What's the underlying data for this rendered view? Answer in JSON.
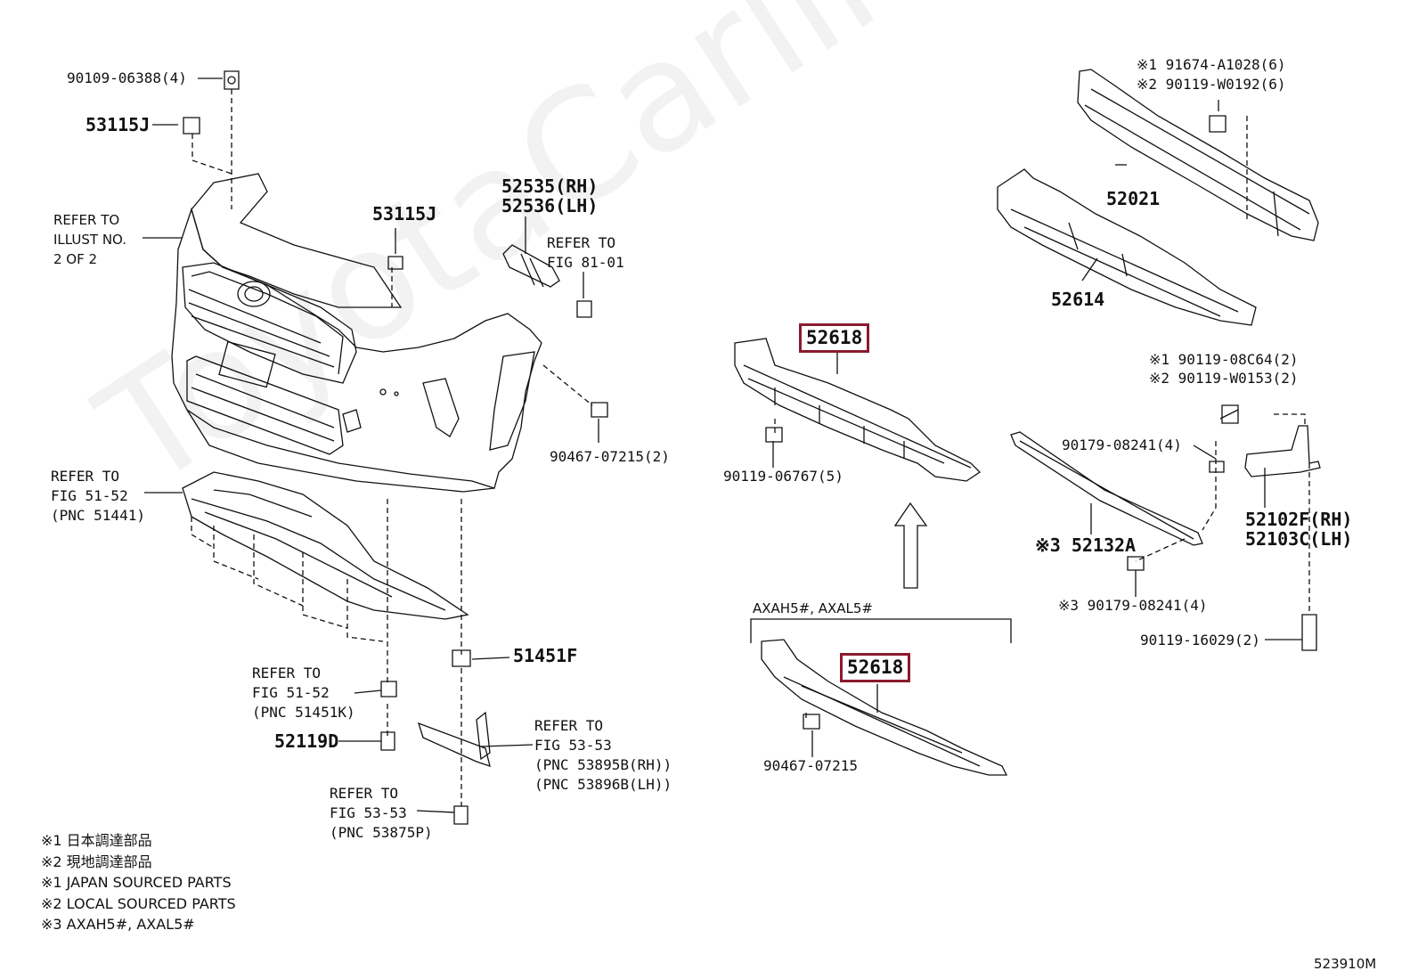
{
  "watermark": "ToyotaCarline.ru",
  "diagram_code": "523910M",
  "labels": {
    "p90109": "90109-06388(4)",
    "p53115j_top": "53115J",
    "refer_illust_1": "REFER TO",
    "refer_illust_2": "ILLUST NO.",
    "refer_illust_3": "2 OF 2",
    "p53115j_mid": "53115J",
    "p52535": "52535(RH)",
    "p52536": "52536(LH)",
    "refer_81_1": "REFER TO",
    "refer_81_2": "FIG 81-01",
    "p90467_2": "90467-07215(2)",
    "refer_5152a_1": "REFER TO",
    "refer_5152a_2": "FIG 51-52",
    "refer_5152a_3": "(PNC 51441)",
    "p51451f": "51451F",
    "refer_5152b_1": "REFER TO",
    "refer_5152b_2": "FIG 51-52",
    "refer_5152b_3": "(PNC 51451K)",
    "p52119d": "52119D",
    "refer_5353a_1": "REFER TO",
    "refer_5353a_2": "FIG 53-53",
    "refer_5353a_3": "(PNC 53895B(RH))",
    "refer_5353a_4": "(PNC 53896B(LH))",
    "refer_5353b_1": "REFER TO",
    "refer_5353b_2": "FIG 53-53",
    "refer_5353b_3": "(PNC 53875P)",
    "p52618_a": "52618",
    "p90119_06767": "90119-06767(5)",
    "axah_label": "AXAH5#, AXAL5#",
    "p52618_b": "52618",
    "p90467_07215": "90467-07215",
    "p91674": "※1 91674-A1028(6)",
    "p90119_w0192": "※2 90119-W0192(6)",
    "p52021": "52021",
    "p52614": "52614",
    "p90119_08c64": "※1 90119-08C64(2)",
    "p90119_w0153": "※2 90119-W0153(2)",
    "p90179_4a": "90179-08241(4)",
    "p52132a": "※3 52132A",
    "p52102f": "52102F(RH)",
    "p52103c": "52103C(LH)",
    "p90179_4b": "※3 90179-08241(4)",
    "p90119_16029": "90119-16029(2)"
  },
  "legend": [
    "※1 日本調達部品",
    "※2 現地調達部品",
    "※1 JAPAN SOURCED PARTS",
    "※2 LOCAL SOURCED PARTS",
    "※3 AXAH5#, AXAL5#"
  ],
  "colors": {
    "highlight": "#8b1a2e",
    "line": "#111111"
  }
}
